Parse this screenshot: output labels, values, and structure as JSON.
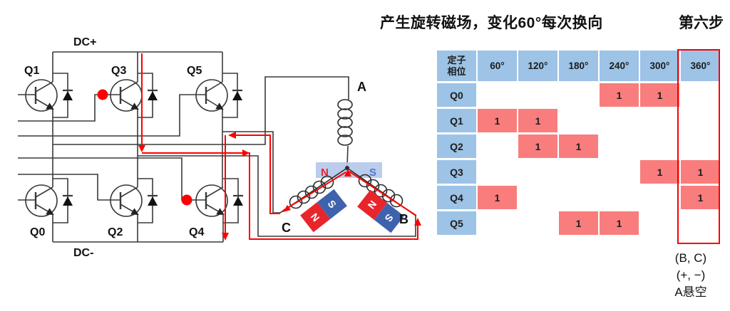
{
  "title": {
    "main": "产生旋转磁场，变化60°每次换向",
    "step": "第六步"
  },
  "circuit": {
    "rail_positive_label": "DC+",
    "rail_negative_label": "DC-",
    "transistor_labels": {
      "q0": "Q0",
      "q1": "Q1",
      "q2": "Q2",
      "q3": "Q3",
      "q4": "Q4",
      "q5": "Q5"
    },
    "phase_labels": {
      "a": "A",
      "b": "B",
      "c": "C"
    },
    "stator_bar": {
      "north": "N",
      "south": "S"
    },
    "magnet_left": {
      "north": "N",
      "south": "S"
    },
    "magnet_right": {
      "north": "N",
      "south": "S"
    },
    "active_transistors": [
      "Q3",
      "Q4"
    ],
    "colors": {
      "current_path": "#FE0000",
      "active_dot": "#FE0000",
      "magnet_north": "#E8252B",
      "magnet_south": "#3F62AD",
      "stator_bar_fill": "#B6C8EA",
      "wire": "#3A3A3A"
    }
  },
  "table": {
    "header": {
      "corner": "定子\n相位",
      "angles": [
        "60°",
        "120°",
        "180°",
        "240°",
        "300°",
        "360°"
      ]
    },
    "rows": [
      {
        "label": "Q0",
        "cells": [
          "",
          "",
          "",
          "1",
          "1",
          ""
        ]
      },
      {
        "label": "Q1",
        "cells": [
          "1",
          "1",
          "",
          "",
          "",
          ""
        ]
      },
      {
        "label": "Q2",
        "cells": [
          "",
          "1",
          "1",
          "",
          "",
          ""
        ]
      },
      {
        "label": "Q3",
        "cells": [
          "",
          "",
          "",
          "",
          "1",
          "1"
        ]
      },
      {
        "label": "Q4",
        "cells": [
          "1",
          "",
          "",
          "",
          "",
          "1"
        ]
      },
      {
        "label": "Q5",
        "cells": [
          "",
          "",
          "1",
          "1",
          "",
          ""
        ]
      }
    ],
    "highlighted_column": "360°",
    "colors": {
      "header_bg": "#9DC3E6",
      "active_cell_bg": "#F97D7D",
      "highlight_outline": "#FE0000"
    }
  },
  "annotation": {
    "line1": "(B, C)",
    "line2": "(+, −)",
    "line3": "A悬空"
  }
}
